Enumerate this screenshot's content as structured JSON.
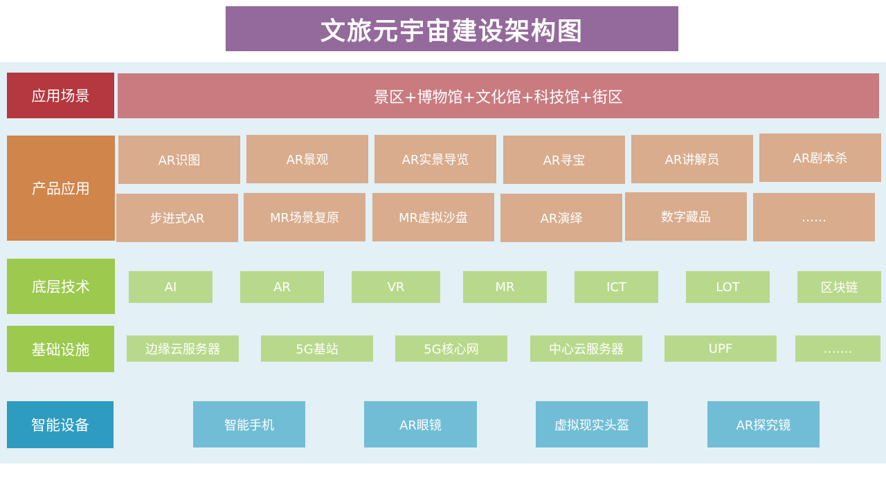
{
  "title": "文旅元宇宙建设架构图",
  "layers": {
    "scene": {
      "label": "应用场景",
      "content": "景区+博物馆+文化馆+科技馆+街区",
      "color": "#b5373f"
    },
    "product": {
      "label": "产品应用",
      "color": "#d0854b",
      "items": [
        "AR识图",
        "AR景观",
        "AR实景导览",
        "AR寻宝",
        "AR讲解员",
        "AR剧本杀",
        "步进式AR",
        "MR场景复原",
        "MR虚拟沙盘",
        "AR演绎",
        "数字藏品",
        "……"
      ]
    },
    "tech": {
      "label": "底层技术",
      "color": "#9cc94e",
      "items": [
        "AI",
        "AR",
        "VR",
        "MR",
        "ICT",
        "LOT",
        "区块链"
      ]
    },
    "infra": {
      "label": "基础设施",
      "color": "#9cc94e",
      "items": [
        "边缘云服务器",
        "5G基站",
        "5G核心网",
        "中心云服务器",
        "UPF",
        "……."
      ]
    },
    "device": {
      "label": "智能设备",
      "color": "#2e9cc1",
      "items": [
        "智能手机",
        "AR眼镜",
        "虚拟现实头盔",
        "AR探究镜"
      ]
    }
  }
}
